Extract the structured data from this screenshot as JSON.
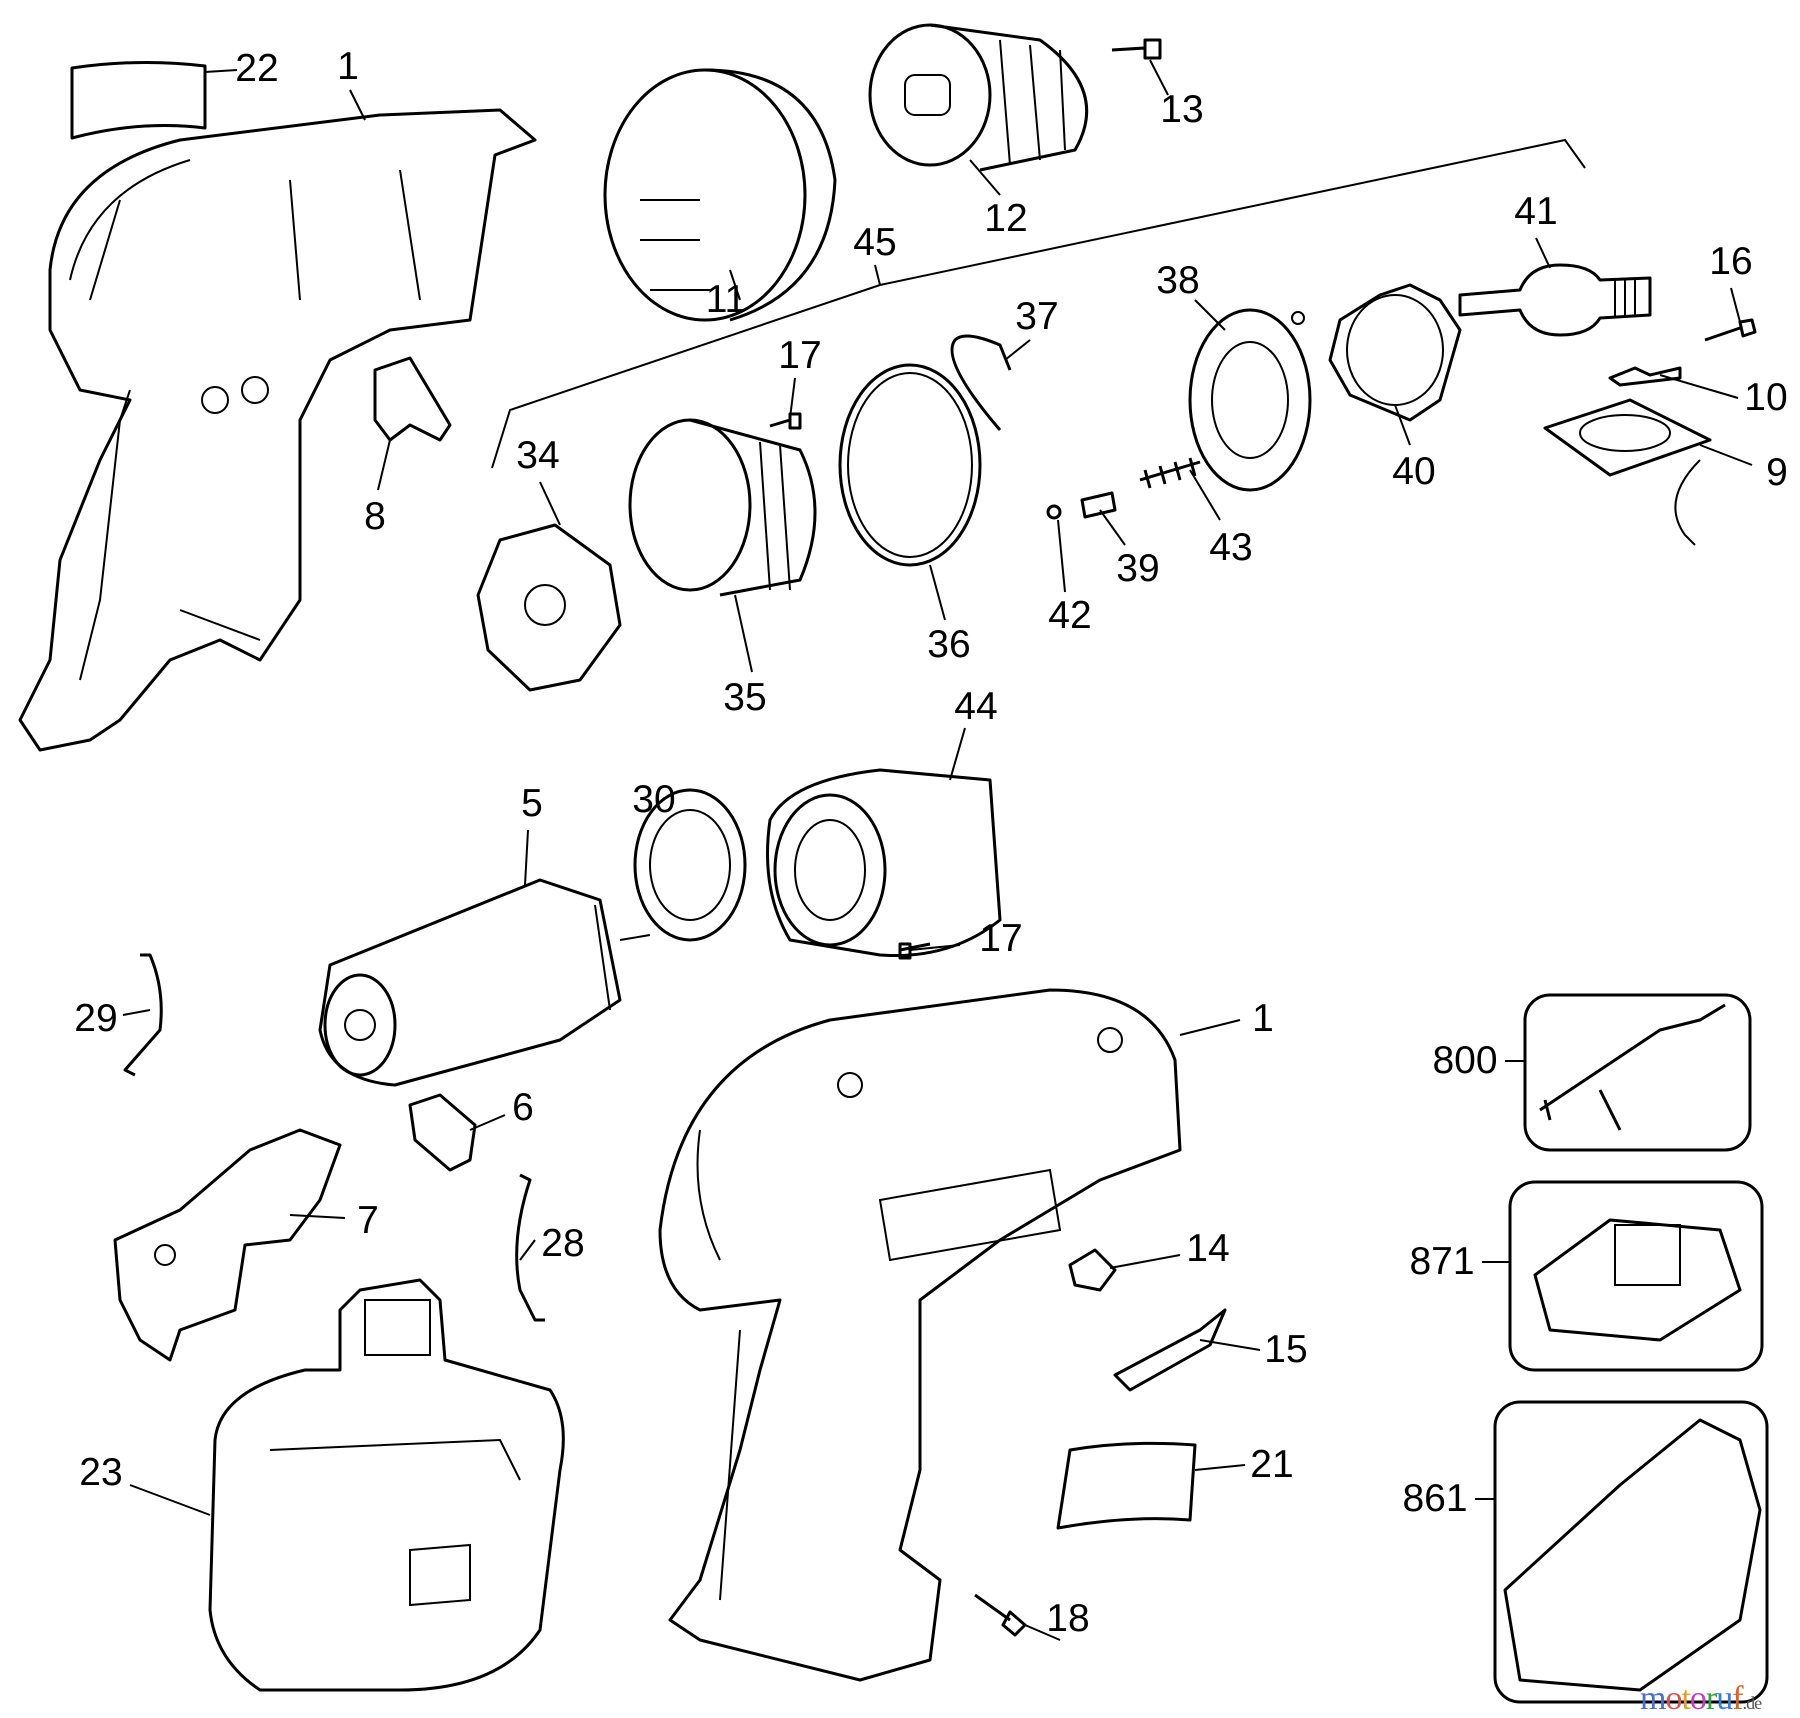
{
  "labels": {
    "p22": "22",
    "p1a": "1",
    "p13": "13",
    "p12": "12",
    "p11": "11",
    "p45": "45",
    "p41": "41",
    "p16": "16",
    "p38": "38",
    "p37": "37",
    "p17a": "17",
    "p10": "10",
    "p34": "34",
    "p9": "9",
    "p40": "40",
    "p8": "8",
    "p43": "43",
    "p39": "39",
    "p42": "42",
    "p36": "36",
    "p35": "35",
    "p44": "44",
    "p5": "5",
    "p30": "30",
    "p17b": "17",
    "p29": "29",
    "p1b": "1",
    "p800": "800",
    "p6": "6",
    "p7": "7",
    "p28": "28",
    "p14": "14",
    "p871": "871",
    "p15": "15",
    "p23": "23",
    "p21": "21",
    "p861": "861",
    "p18": "18"
  },
  "watermark": "motoruf.de"
}
